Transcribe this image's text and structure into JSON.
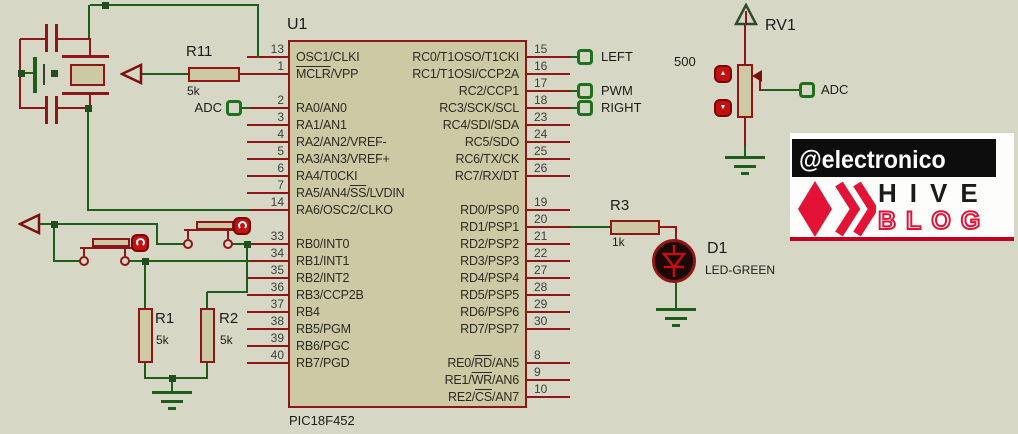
{
  "app": {
    "type": "proteus-schematic"
  },
  "colors": {
    "background": "#d7d7c5",
    "body_fill": "#cdc9a5",
    "outline_red": "#8e1616",
    "wire_green": "#1d5e1d",
    "terminal_green": "#1e6f1e",
    "junction_green": "#234c23",
    "toggle_red": "#c31111",
    "toggle_ring": "#7d0606",
    "text_dark": "#1b1b1b",
    "pin_number_gray": "#3e3e3e",
    "hive_red": "#e31337",
    "logo_underline": "#c40022",
    "led_body": "#1c0806",
    "value_red": "#a31515"
  },
  "chip": {
    "ref": "U1",
    "part": "PIC18F452",
    "left_groups": [
      {
        "pins": [
          [
            "13",
            "OSC1/CLKI"
          ],
          [
            "1",
            "{MCLR}/VPP"
          ]
        ]
      },
      {
        "pins": [
          [
            "2",
            "RA0/AN0"
          ],
          [
            "3",
            "RA1/AN1"
          ],
          [
            "4",
            "RA2/AN2/VREF-"
          ],
          [
            "5",
            "RA3/AN3/VREF+"
          ],
          [
            "6",
            "RA4/T0CKI"
          ],
          [
            "7",
            "RA5/AN4/{SS}/LVDIN"
          ]
        ]
      },
      {
        "pins": [
          [
            "14",
            "RA6/OSC2/CLKO"
          ]
        ]
      },
      {
        "pins": [
          [
            "33",
            "RB0/INT0"
          ],
          [
            "34",
            "RB1/INT1"
          ],
          [
            "35",
            "RB2/INT2"
          ],
          [
            "36",
            "RB3/CCP2B"
          ],
          [
            "37",
            "RB4"
          ],
          [
            "38",
            "RB5/PGM"
          ],
          [
            "39",
            "RB6/PGC"
          ],
          [
            "40",
            "RB7/PGD"
          ]
        ]
      }
    ],
    "right_groups": [
      {
        "pins": [
          [
            "15",
            "RC0/T1OSO/T1CKI"
          ],
          [
            "16",
            "RC1/T1OSI/CCP2A"
          ],
          [
            "17",
            "RC2/CCP1"
          ],
          [
            "18",
            "RC3/SCK/SCL"
          ],
          [
            "23",
            "RC4/SDI/SDA"
          ],
          [
            "24",
            "RC5/SDO"
          ],
          [
            "25",
            "RC6/TX/CK"
          ],
          [
            "26",
            "RC7/RX/DT"
          ]
        ]
      },
      {
        "pins": [
          [
            "19",
            "RD0/PSP0"
          ],
          [
            "20",
            "RD1/PSP1"
          ],
          [
            "21",
            "RD2/PSP2"
          ],
          [
            "22",
            "RD3/PSP3"
          ],
          [
            "27",
            "RD4/PSP4"
          ],
          [
            "28",
            "RD5/PSP5"
          ],
          [
            "29",
            "RD6/PSP6"
          ],
          [
            "30",
            "RD7/PSP7"
          ]
        ]
      },
      {
        "pins": [
          [
            "8",
            "RE0/{RD}/AN5"
          ],
          [
            "9",
            "RE1/{WR}/AN6"
          ],
          [
            "10",
            "RE2/{CS}/AN7"
          ]
        ]
      }
    ]
  },
  "components": {
    "r11": {
      "ref": "R11",
      "value": "5k"
    },
    "r1": {
      "ref": "R1",
      "value": "5k"
    },
    "r2": {
      "ref": "R2",
      "value": "5k"
    },
    "r3": {
      "ref": "R3",
      "value": "1k"
    },
    "rv1": {
      "ref": "RV1",
      "value": "500",
      "wiper": "80%"
    },
    "d1": {
      "ref": "D1",
      "value": "LED-GREEN"
    }
  },
  "terminals": {
    "adc_left": "ADC",
    "left": "LEFT",
    "pwm": "PWM",
    "right": "RIGHT",
    "adc_right": "ADC"
  },
  "logo": {
    "handle": "@electronico",
    "brand": "HIVE",
    "sub": "BLOG"
  }
}
